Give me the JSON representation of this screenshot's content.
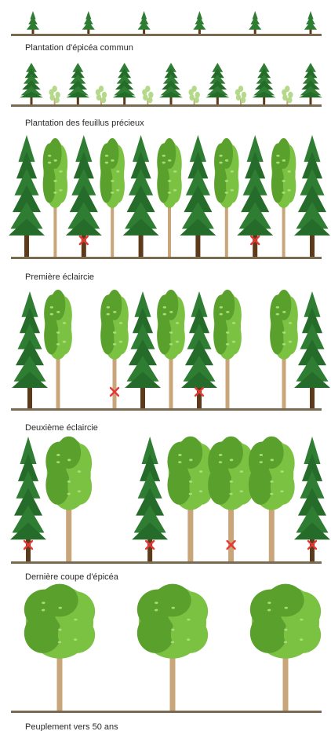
{
  "colors": {
    "ground": "#7a6a52",
    "spruce_foliage": "#2e7d32",
    "spruce_foliage_dark": "#256b29",
    "spruce_trunk": "#5d3a1a",
    "hardwood_foliage": "#7cc242",
    "hardwood_foliage_dark": "#5aa02c",
    "hardwood_trunk": "#c9a57a",
    "sapling": "#b5d98a",
    "cut_mark": "#e53935",
    "caption_text": "#2a2a2a"
  },
  "icons": {
    "spruce": "spruce-tree-icon",
    "hardwood": "hardwood-tree-icon",
    "sapling": "sapling-icon",
    "cut": "cut-mark-icon"
  },
  "stages": [
    {
      "caption": "Plantation d'épicéa commun",
      "trees": [
        {
          "type": "spruce-young",
          "cut": false
        },
        {
          "type": "spruce-young",
          "cut": false
        },
        {
          "type": "spruce-young",
          "cut": false
        },
        {
          "type": "spruce-young",
          "cut": false
        },
        {
          "type": "spruce-young",
          "cut": false
        },
        {
          "type": "spruce-young",
          "cut": false
        }
      ]
    },
    {
      "caption": "Plantation des feuillus précieux",
      "trees": [
        {
          "type": "spruce-small",
          "cut": false
        },
        {
          "type": "sapling",
          "cut": false
        },
        {
          "type": "spruce-small",
          "cut": false
        },
        {
          "type": "sapling",
          "cut": false
        },
        {
          "type": "spruce-small",
          "cut": false
        },
        {
          "type": "sapling",
          "cut": false
        },
        {
          "type": "spruce-small",
          "cut": false
        },
        {
          "type": "sapling",
          "cut": false
        },
        {
          "type": "spruce-small",
          "cut": false
        },
        {
          "type": "sapling",
          "cut": false
        },
        {
          "type": "spruce-small",
          "cut": false
        },
        {
          "type": "sapling",
          "cut": false
        },
        {
          "type": "spruce-small",
          "cut": false
        }
      ]
    },
    {
      "caption": "Première éclaircie",
      "trees": [
        {
          "type": "spruce",
          "cut": false
        },
        {
          "type": "hardwood-slim",
          "cut": false
        },
        {
          "type": "spruce",
          "cut": true
        },
        {
          "type": "hardwood-slim",
          "cut": false
        },
        {
          "type": "spruce",
          "cut": false
        },
        {
          "type": "hardwood-slim",
          "cut": false
        },
        {
          "type": "spruce",
          "cut": false
        },
        {
          "type": "hardwood-slim",
          "cut": false
        },
        {
          "type": "spruce",
          "cut": true
        },
        {
          "type": "hardwood-slim",
          "cut": false
        },
        {
          "type": "spruce",
          "cut": false
        }
      ]
    },
    {
      "caption": "Deuxième éclaircie",
      "trees": [
        {
          "type": "spruce",
          "cut": false
        },
        {
          "type": "hardwood",
          "cut": false
        },
        {
          "type": "gap",
          "cut": false
        },
        {
          "type": "hardwood",
          "cut": true
        },
        {
          "type": "spruce",
          "cut": false
        },
        {
          "type": "hardwood",
          "cut": false
        },
        {
          "type": "spruce",
          "cut": true
        },
        {
          "type": "hardwood",
          "cut": false
        },
        {
          "type": "gap",
          "cut": false
        },
        {
          "type": "hardwood",
          "cut": false
        },
        {
          "type": "spruce",
          "cut": false
        }
      ]
    },
    {
      "caption": "Dernière coupe d'épicéa",
      "trees": [
        {
          "type": "spruce",
          "cut": true
        },
        {
          "type": "hardwood-large",
          "cut": false
        },
        {
          "type": "gap",
          "cut": false
        },
        {
          "type": "spruce",
          "cut": true
        },
        {
          "type": "hardwood-large",
          "cut": false
        },
        {
          "type": "hardwood-large",
          "cut": true
        },
        {
          "type": "hardwood-large",
          "cut": false
        },
        {
          "type": "spruce",
          "cut": true
        }
      ]
    },
    {
      "caption": "Peuplement vers 50 ans",
      "trees": [
        {
          "type": "hardwood-large",
          "cut": false
        },
        {
          "type": "hardwood-large",
          "cut": false
        },
        {
          "type": "hardwood-large",
          "cut": false
        }
      ]
    }
  ]
}
